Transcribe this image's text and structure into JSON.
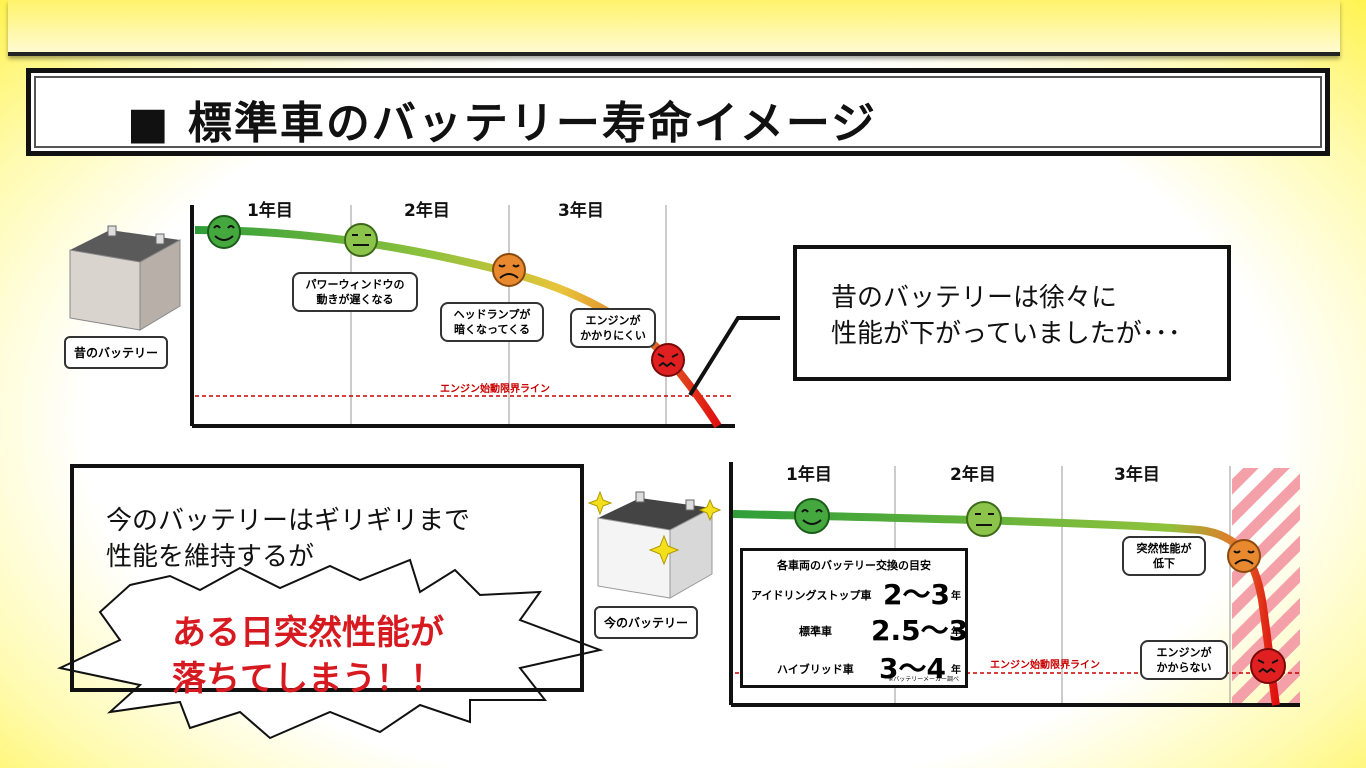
{
  "title": "■ 標準車のバッテリー寿命イメージ",
  "top_chart": {
    "years": [
      "1年目",
      "2年目",
      "3年目"
    ],
    "callouts": [
      {
        "text": "パワーウィンドウの\n動きが遅くなる"
      },
      {
        "text": "ヘッドランプが\n暗くなってくる"
      },
      {
        "text": "エンジンが\nかかりにくい"
      }
    ],
    "threshold_label": "エンジン始動限界ライン",
    "battery_label": "昔のバッテリー"
  },
  "top_bubble": {
    "line1": "昔のバッテリーは徐々に",
    "line2": "性能が下がっていましたが･･･"
  },
  "bottom_bubble": {
    "line1": "今のバッテリーはギリギリまで",
    "line2": "性能を維持するが",
    "red1": "ある日突然性能が",
    "red2": "落ちてしまう！！"
  },
  "bottom_chart": {
    "years": [
      "1年目",
      "2年目",
      "3年目"
    ],
    "callouts": [
      {
        "text": "突然性能が\n低下"
      },
      {
        "text": "エンジンが\nかからない"
      }
    ],
    "threshold_label": "エンジン始動限界ライン",
    "battery_label": "今のバッテリー",
    "table": {
      "heading": "各車両のバッテリー交換の目安",
      "rows": [
        {
          "name": "アイドリングストップ車",
          "value": "2～3",
          "unit": "年"
        },
        {
          "name": "標準車",
          "value": "2.5～3",
          "unit": "年"
        },
        {
          "name": "ハイブリッド車",
          "value": "3～4",
          "unit": "年"
        }
      ],
      "note": "※バッテリーメーカー調べ"
    }
  },
  "colors": {
    "accent_red": "#d71920",
    "green": "#2e9e3a",
    "orange": "#e07b2a",
    "yellow_bg": "#fff350"
  }
}
